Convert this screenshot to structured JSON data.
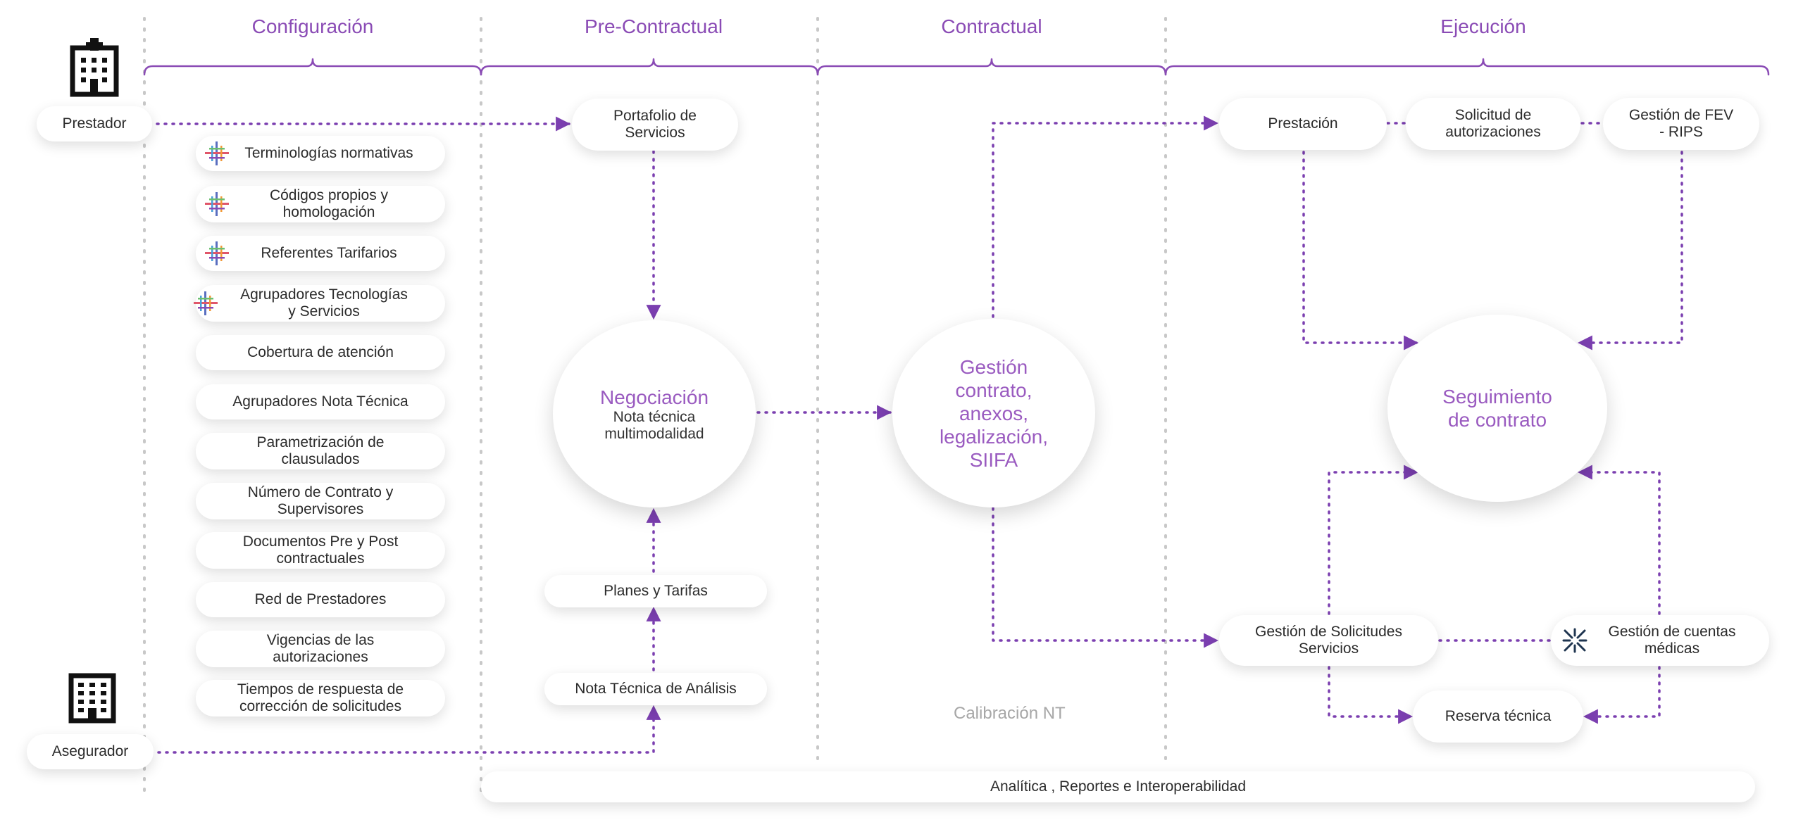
{
  "phases": {
    "configuracion": "Configuración",
    "precontractual": "Pre-Contractual",
    "contractual": "Contractual",
    "ejecucion": "Ejecución"
  },
  "actors": {
    "prestador": "Prestador",
    "asegurador": "Asegurador"
  },
  "configuration_items": [
    "Terminologías normativas",
    "Códigos propios y\nhomologación",
    "Referentes Tarifarios",
    "Agrupadores Tecnologías\ny Servicios",
    "Cobertura de atención",
    "Agrupadores Nota Técnica",
    "Parametrización de\nclausulados",
    "Número de Contrato y\nSupervisores",
    "Documentos Pre y Post\ncontractuales",
    "Red de Prestadores",
    "Vigencias de las\nautorizaciones",
    "Tiempos de respuesta de\ncorrección de solicitudes"
  ],
  "precontractual": {
    "portafolio": "Portafolio de\nServicios",
    "negociacion_title": "Negociación",
    "negociacion_sub": "Nota técnica\nmultimodalidad",
    "planes": "Planes y Tarifas",
    "nota_tecnica": "Nota Técnica de Análisis"
  },
  "contractual": {
    "gestion": "Gestión\ncontrato,\nanexos,\nlegalización,\nSIIFA",
    "calibracion": "Calibración NT"
  },
  "ejecucion": {
    "prestacion": "Prestación",
    "solicitud_aut": "Solicitud de\nautorizaciones",
    "gestion_fev": "Gestión de FEV\n- RIPS",
    "seguimiento": "Seguimiento\nde contrato",
    "gestion_solicitudes": "Gestión de Solicitudes\nServicios",
    "gestion_cuentas": "Gestión de cuentas\nmédicas",
    "reserva": "Reserva técnica"
  },
  "footer": {
    "analitica": "Analítica ,  Reportes e Interoperabilidad"
  },
  "icons": {
    "prestador": "hospital-building-icon",
    "asegurador": "office-building-icon",
    "config_items_1_to_4": "cross-node-logo-icon",
    "gestion_cuentas": "cross-star-logo-icon"
  },
  "colors": {
    "accent": "#8a4bb5",
    "connector": "#7b3fb0",
    "circle_title": "#9a5bc0",
    "divider": "#c8c8c8",
    "note": "#a7a7a7"
  }
}
